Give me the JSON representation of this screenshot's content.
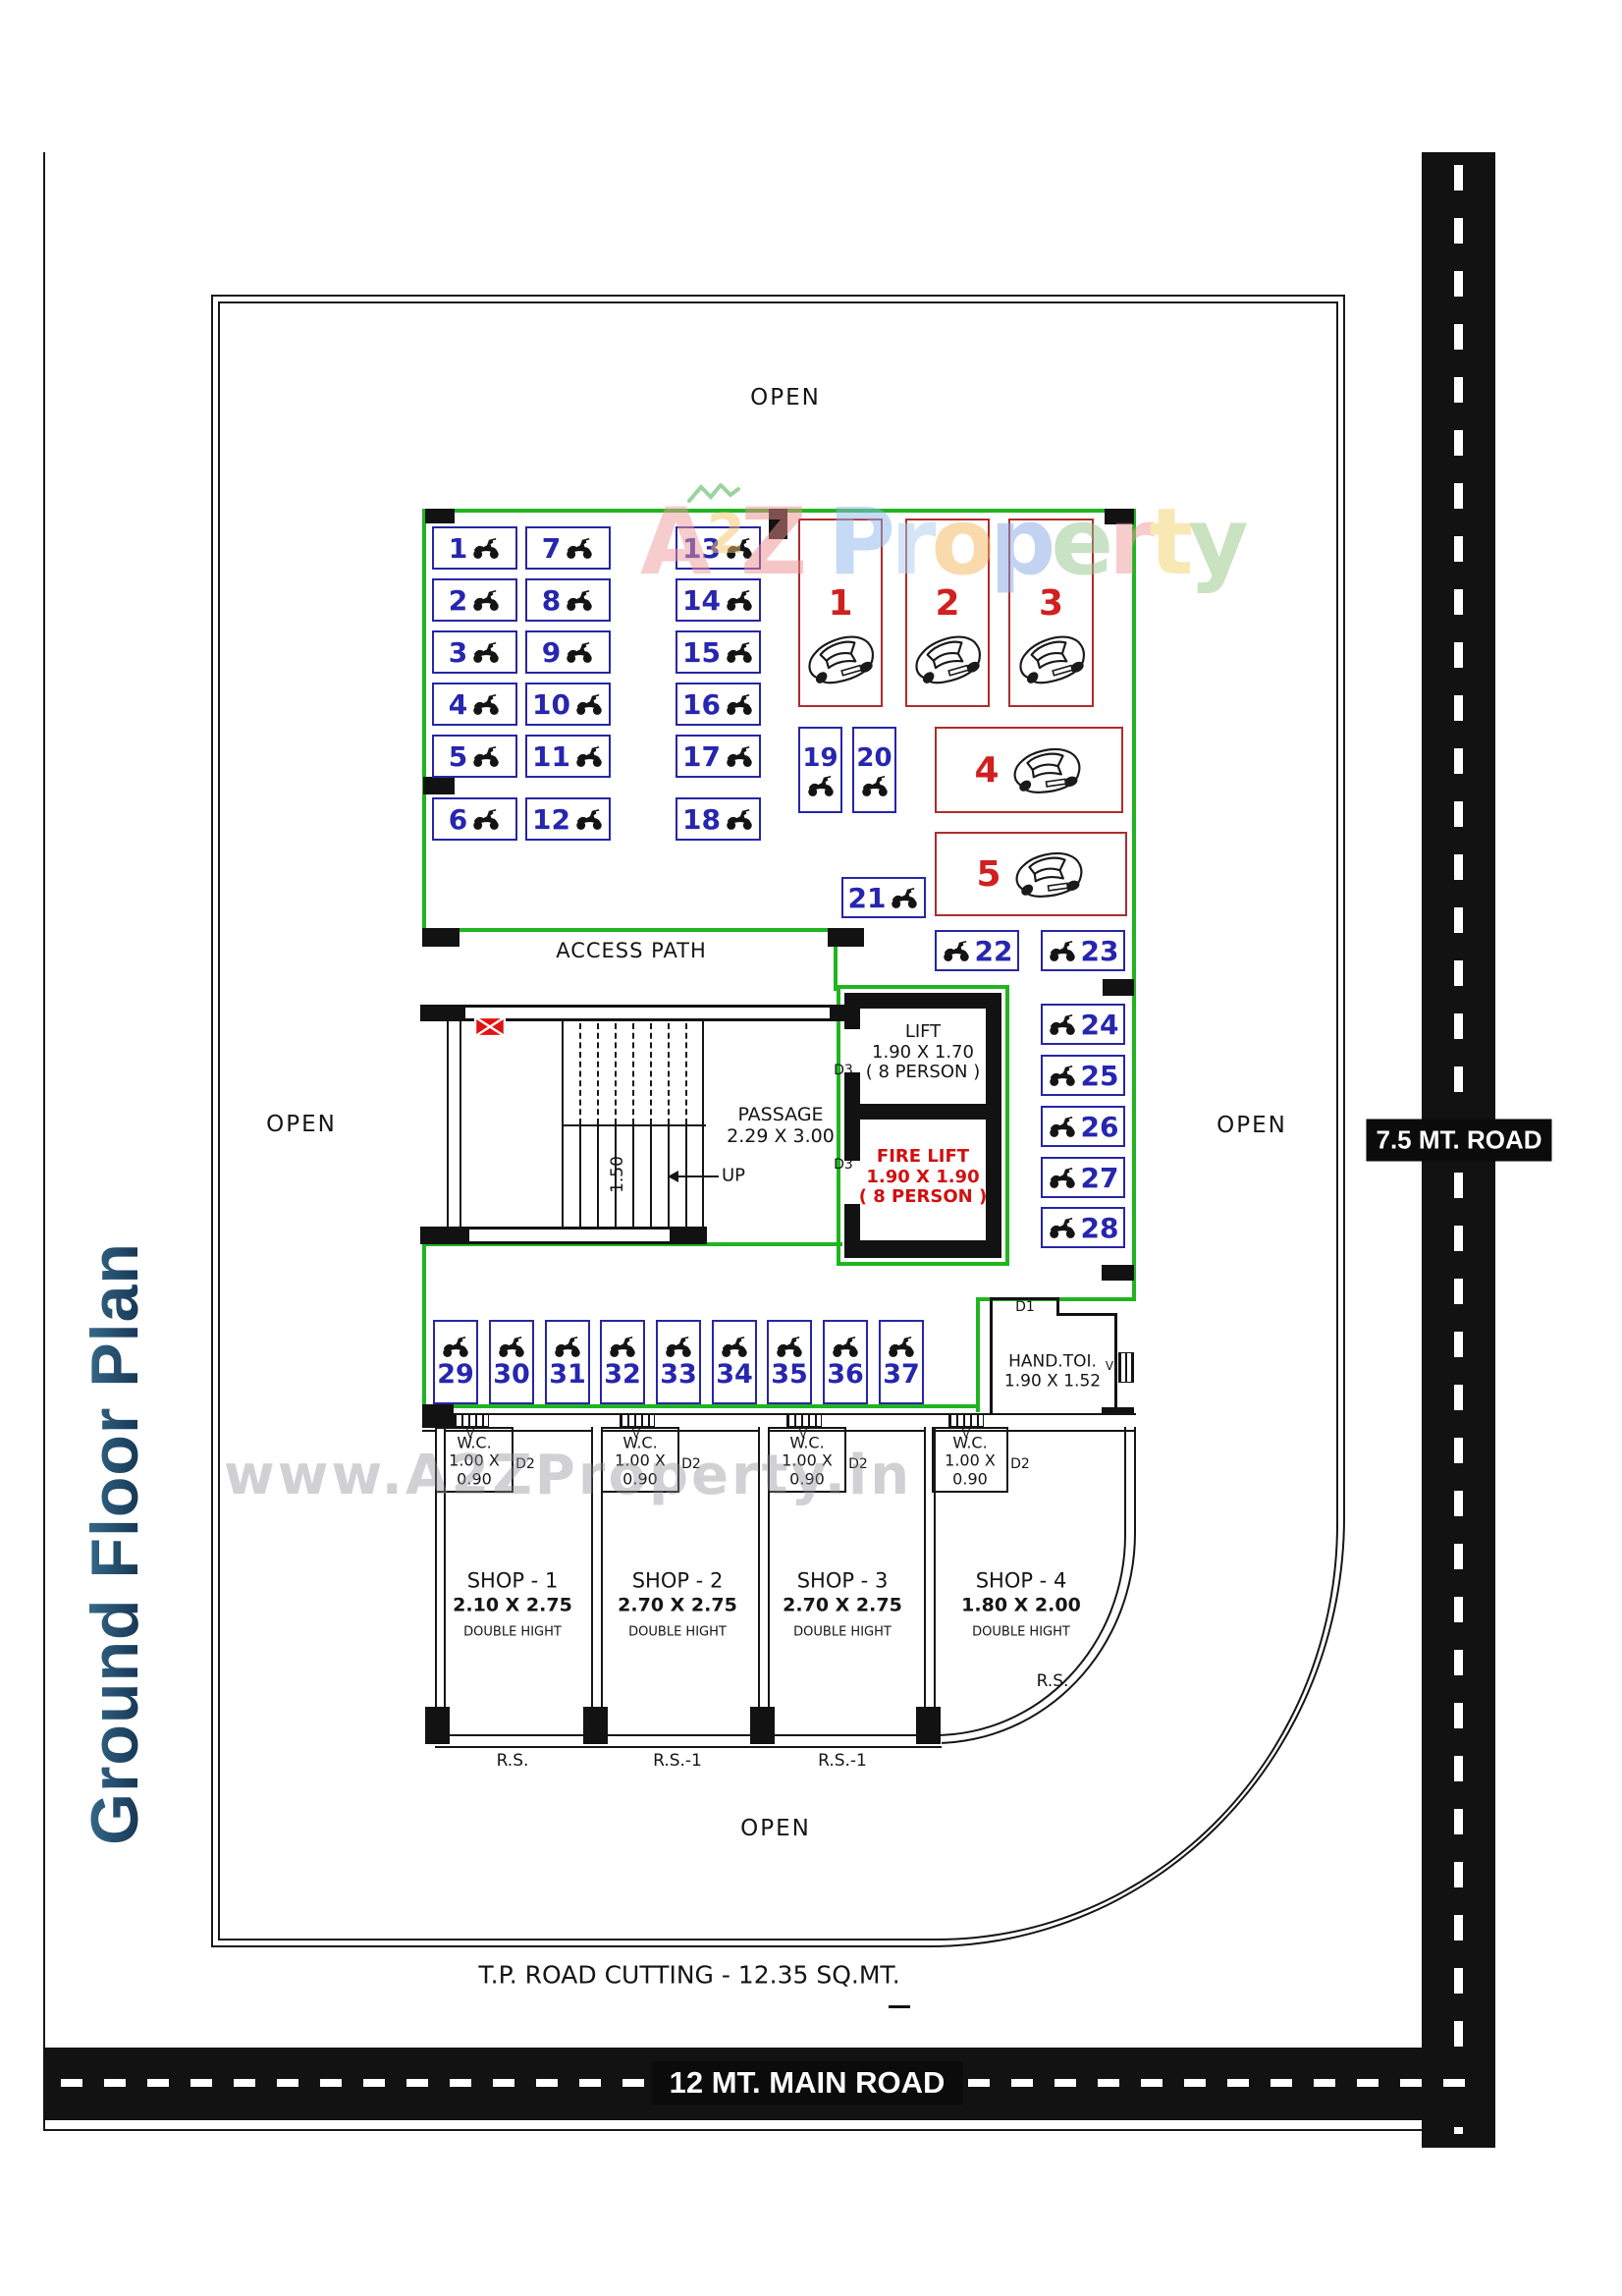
{
  "page": {
    "title": "Ground Floor Plan"
  },
  "open": {
    "top": "OPEN",
    "left": "OPEN",
    "right": "OPEN",
    "bottom": "OPEN"
  },
  "roads": {
    "main": "12 MT. MAIN ROAD",
    "side": "7.5 MT. ROAD"
  },
  "notes": {
    "tp": "T.P. ROAD CUTTING - 12.35 SQ.MT."
  },
  "areas": {
    "access": "ACCESS PATH",
    "passage": "PASSAGE",
    "passage_dim": "2.29 X 3.00",
    "up": "UP",
    "stair_dim": "1.50"
  },
  "lift": {
    "name": "LIFT",
    "dim": "1.90 X 1.70",
    "cap": "( 8 PERSON )"
  },
  "fire_lift": {
    "name": "FIRE LIFT",
    "dim": "1.90 X 1.90",
    "cap": "( 8 PERSON )"
  },
  "hand_toi": {
    "name": "HAND.TOI.",
    "dim": "1.90 X 1.52"
  },
  "wc": {
    "name": "W.C.",
    "dim_a": "1.00 X",
    "dim_b": "0.90"
  },
  "doors": {
    "d1": "D1",
    "d2": "D2",
    "d3": "D3",
    "v": "V"
  },
  "shops": [
    {
      "name": "SHOP - 1",
      "dim": "2.10 X 2.75",
      "note": "DOUBLE HIGHT",
      "shutter": "R.S."
    },
    {
      "name": "SHOP - 2",
      "dim": "2.70 X 2.75",
      "note": "DOUBLE HIGHT",
      "shutter": "R.S.-1"
    },
    {
      "name": "SHOP - 3",
      "dim": "2.70 X 2.75",
      "note": "DOUBLE HIGHT",
      "shutter": "R.S.-1"
    },
    {
      "name": "SHOP - 4",
      "dim": "1.80 X 2.00",
      "note": "DOUBLE HIGHT",
      "shutter": "R.S."
    }
  ],
  "parking": {
    "bikes": [
      "1",
      "2",
      "3",
      "4",
      "5",
      "6",
      "7",
      "8",
      "9",
      "10",
      "11",
      "12",
      "13",
      "14",
      "15",
      "16",
      "17",
      "18",
      "19",
      "20",
      "21",
      "22",
      "23",
      "24",
      "25",
      "26",
      "27",
      "28",
      "29",
      "30",
      "31",
      "32",
      "33",
      "34",
      "35",
      "36",
      "37"
    ],
    "cars": [
      "1",
      "2",
      "3",
      "4",
      "5"
    ]
  },
  "watermarks": {
    "center": "www.A2ZProperty.in",
    "logo": [
      {
        "t": "A",
        "c": "#ef9a9a"
      },
      {
        "t": "2",
        "c": "#f6c46a"
      },
      {
        "t": "Z",
        "c": "#ee8f8f"
      },
      {
        "t": "P",
        "c": "#8db6ea"
      },
      {
        "t": "r",
        "c": "#aacdf0"
      },
      {
        "t": "o",
        "c": "#f3b75e"
      },
      {
        "t": "p",
        "c": "#86a8e5"
      },
      {
        "t": "e",
        "c": "#94c78e"
      },
      {
        "t": "r",
        "c": "#ef9a9a"
      },
      {
        "t": "t",
        "c": "#f3d26a"
      },
      {
        "t": "y",
        "c": "#95c781"
      }
    ]
  }
}
